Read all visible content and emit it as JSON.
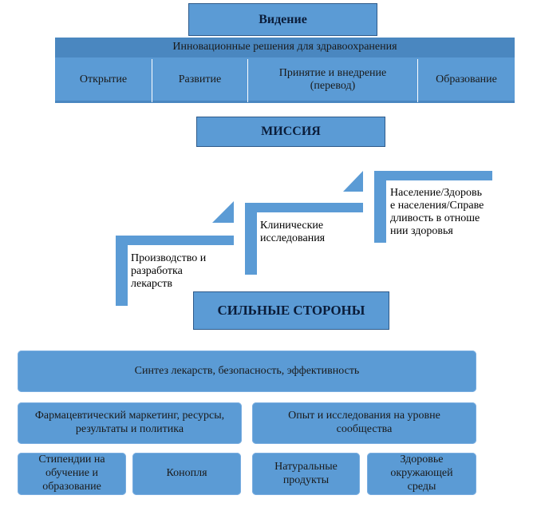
{
  "vision": {
    "title": "Видение",
    "banner": "Инновационные решения для здравоохранения",
    "cells": [
      "Открытие",
      "Развитие",
      "Принятие и внедрение (перевод)",
      "Образование"
    ]
  },
  "mission": {
    "title": "МИССИЯ"
  },
  "steps": [
    "Производство и разработка лекарств",
    "Клинические исследования",
    "Население/Здоровье населения/Справедливость в отношении здоровья"
  ],
  "strengths": {
    "title": "СИЛЬНЫЕ СТОРОНЫ"
  },
  "boxes": {
    "top": "Синтез лекарств, безопасность, эффективность",
    "mid": [
      "Фармацевтический маркетинг, ресурсы, результаты и политика",
      "Опыт и исследования на уровне сообщества"
    ],
    "bottom": [
      "Стипендии на обучение и образование",
      "Конопля",
      "Натуральные продукты",
      "Здоровье окружающей среды"
    ]
  },
  "colors": {
    "fill": "#5b9bd5",
    "fill_dark": "#4a87c0",
    "border": "#2e5a8a",
    "title_text": "#0b1d3a"
  }
}
